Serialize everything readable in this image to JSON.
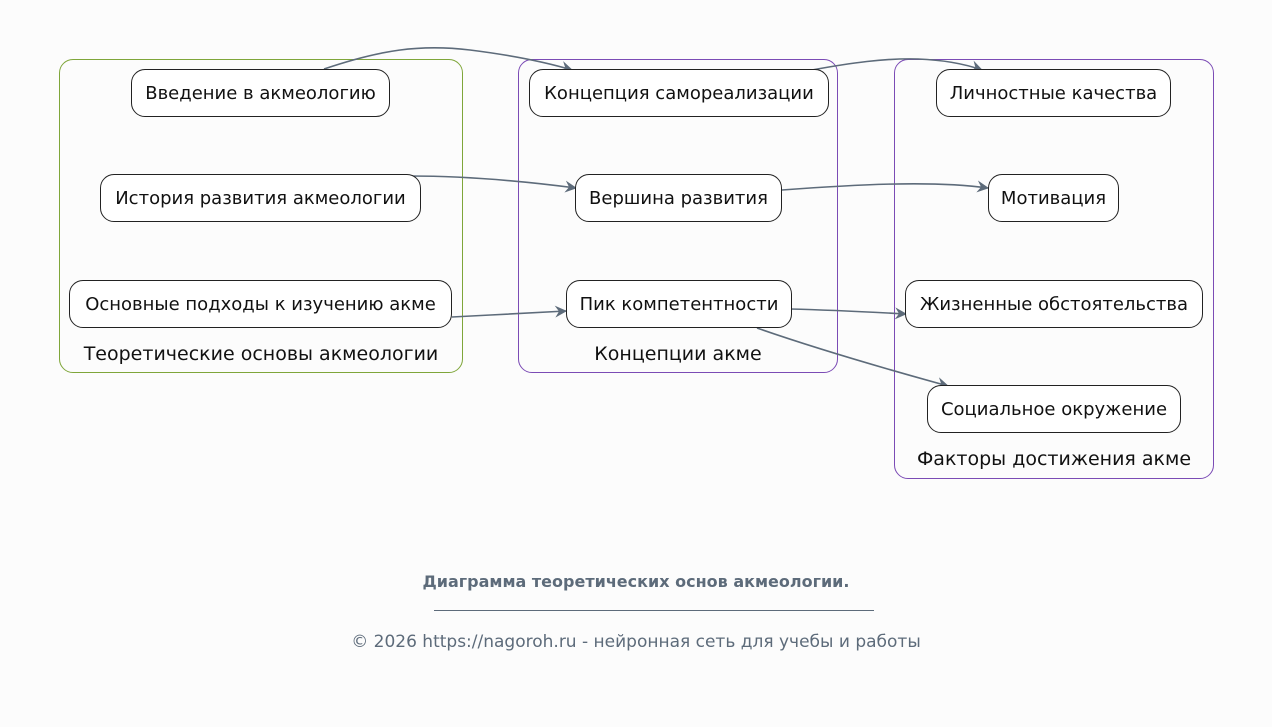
{
  "diagram": {
    "groups": [
      {
        "label": "Теоретические основы акмеологии"
      },
      {
        "label": "Концепции акме"
      },
      {
        "label": "Факторы достижения акме"
      }
    ],
    "nodes": {
      "intro": "Введение в акмеологию",
      "history": "История развития акмеологии",
      "approaches": "Основные подходы к изучению акме",
      "selfrealization": "Концепция самореализации",
      "peak_development": "Вершина развития",
      "peak_competence": "Пик компетентности",
      "personal_qualities": "Личностные качества",
      "motivation": "Мотивация",
      "life_circumstances": "Жизненные обстоятельства",
      "social_environment": "Социальное окружение"
    },
    "edges": [
      {
        "from": "intro",
        "to": "selfrealization"
      },
      {
        "from": "history",
        "to": "peak_development"
      },
      {
        "from": "approaches",
        "to": "peak_competence"
      },
      {
        "from": "selfrealization",
        "to": "personal_qualities"
      },
      {
        "from": "peak_development",
        "to": "motivation"
      },
      {
        "from": "peak_competence",
        "to": "life_circumstances"
      },
      {
        "from": "peak_competence",
        "to": "social_environment"
      }
    ],
    "colors": {
      "group_theory_border": "#7fa63a",
      "group_concepts_border": "#7b4bb5",
      "group_factors_border": "#7b4bb5",
      "edge": "#5d6b7a"
    }
  },
  "caption": {
    "title": "Диаграмма теоретических основ акмеологии.",
    "footer": "© 2026 https://nagoroh.ru - нейронная сеть для учебы и работы"
  }
}
